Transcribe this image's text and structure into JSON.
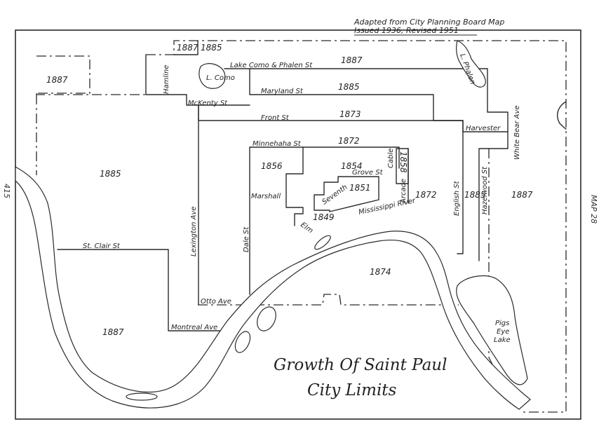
{
  "title": {
    "line1": "Growth Of Saint Paul",
    "line2": "City Limits"
  },
  "source": {
    "line1": "Adapted from City Planning Board Map",
    "line2": "Issued 1936, Revised 1951"
  },
  "margin_labels": {
    "left": "415",
    "right": "MAP 28"
  },
  "annexation_years": [
    {
      "id": "nw-corner",
      "year": "1887"
    },
    {
      "id": "north-small-a",
      "year": "1887"
    },
    {
      "id": "north-small-b",
      "year": "1885"
    },
    {
      "id": "north-strip",
      "year": "1887"
    },
    {
      "id": "maryland-strip",
      "year": "1885"
    },
    {
      "id": "front-strip",
      "year": "1873"
    },
    {
      "id": "minnehaha-strip",
      "year": "1872"
    },
    {
      "id": "west-large",
      "year": "1885"
    },
    {
      "id": "dale-block",
      "year": "1856"
    },
    {
      "id": "grove-block",
      "year": "1854"
    },
    {
      "id": "seventh-block",
      "year": "1851"
    },
    {
      "id": "elm-block",
      "year": "1849"
    },
    {
      "id": "cable-block",
      "year": "1858"
    },
    {
      "id": "east-central",
      "year": "1872"
    },
    {
      "id": "hazelwood-strip",
      "year": "1885"
    },
    {
      "id": "east-edge",
      "year": "1887"
    },
    {
      "id": "south-central",
      "year": "1874"
    },
    {
      "id": "southwest",
      "year": "1887"
    }
  ],
  "streets": [
    {
      "id": "lake-como-phalen",
      "name": "Lake Como & Phalen St"
    },
    {
      "id": "maryland",
      "name": "Maryland St"
    },
    {
      "id": "mckenty",
      "name": "McKenty St"
    },
    {
      "id": "front",
      "name": "Front St"
    },
    {
      "id": "harvester",
      "name": "Harvester"
    },
    {
      "id": "white-bear",
      "name": "White Bear Ave"
    },
    {
      "id": "minnehaha",
      "name": "Minnehaha St"
    },
    {
      "id": "hamline",
      "name": "Hamline"
    },
    {
      "id": "lexington",
      "name": "Lexington Ave"
    },
    {
      "id": "dale",
      "name": "Dale St"
    },
    {
      "id": "marshall",
      "name": "Marshall"
    },
    {
      "id": "grove",
      "name": "Grove St"
    },
    {
      "id": "cable",
      "name": "Cable"
    },
    {
      "id": "arcade",
      "name": "Arcade"
    },
    {
      "id": "seventh",
      "name": "Seventh"
    },
    {
      "id": "elm",
      "name": "Elm"
    },
    {
      "id": "english",
      "name": "English St"
    },
    {
      "id": "hazelwood",
      "name": "Hazelwood St"
    },
    {
      "id": "st-clair",
      "name": "St. Clair St"
    },
    {
      "id": "otto",
      "name": "Otto Ave"
    },
    {
      "id": "montreal",
      "name": "Montreal Ave"
    }
  ],
  "water_features": [
    {
      "id": "lake-como",
      "name": "L. Como"
    },
    {
      "id": "lake-phalen",
      "name": "L. Phalen"
    },
    {
      "id": "mississippi",
      "name": "Mississippi River"
    },
    {
      "id": "pigs-eye",
      "line1": "Pigs",
      "line2": "Eye",
      "line3": "Lake"
    }
  ]
}
